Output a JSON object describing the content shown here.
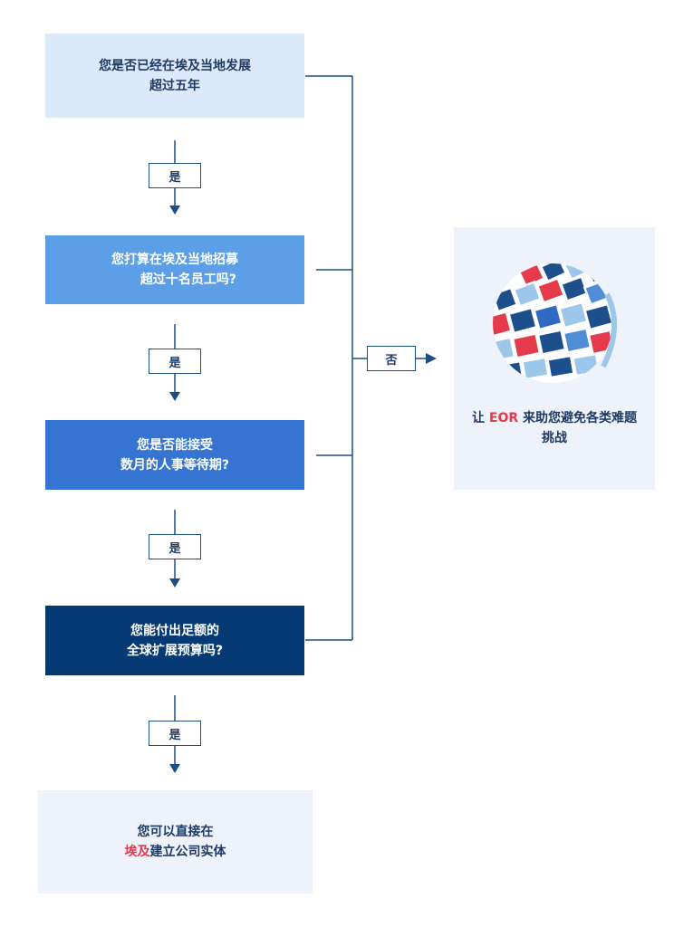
{
  "questions": {
    "q1": {
      "line1": "您是否已经在埃及当地发展",
      "line2": "超过五年"
    },
    "q2": {
      "line1": "您打算在埃及当地招募",
      "line2": "超过十名员工吗?"
    },
    "q3": {
      "line1": "您是否能接受",
      "line2": "数月的人事等待期?"
    },
    "q4": {
      "line1": "您能付出足额的",
      "line2": "全球扩展预算吗?"
    }
  },
  "yes_label": "是",
  "no_label": "否",
  "result": {
    "line1": "您可以直接在",
    "highlight": "埃及",
    "line2_rest": "建立公司实体"
  },
  "eor_panel": {
    "prefix": "让 ",
    "highlight": "EOR",
    "suffix": " 来助您避免各类难题",
    "line2": "挑战"
  },
  "colors": {
    "q1": "#dce9fb",
    "q2": "#5c9fe6",
    "q3": "#3574d0",
    "q4": "#053a74",
    "accent": "#e53a4b",
    "line": "#1c4f86"
  }
}
